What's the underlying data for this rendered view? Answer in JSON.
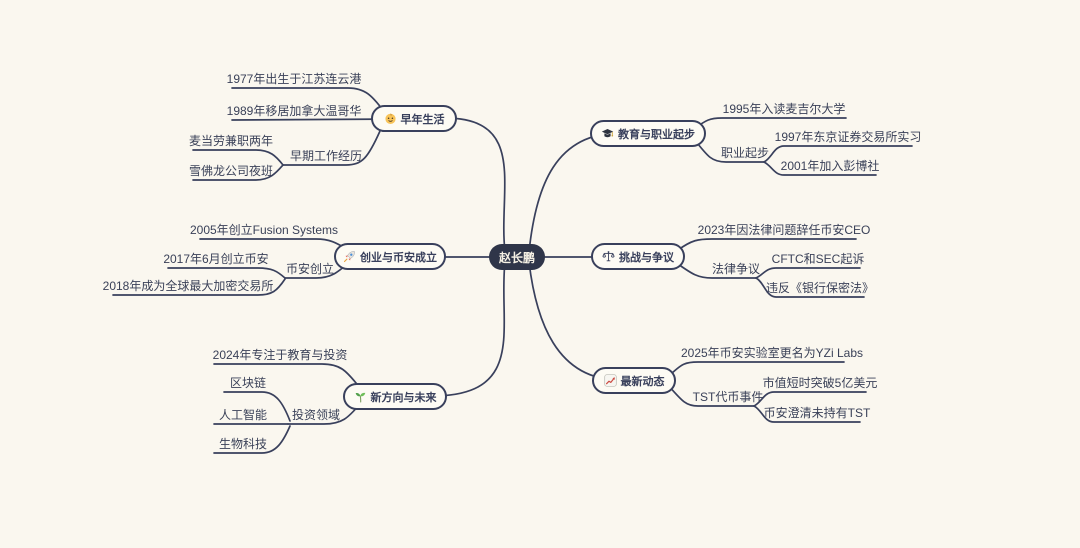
{
  "canvas": {
    "background": "#FAF7EF",
    "line_color": "#39405C"
  },
  "central": {
    "label": "赵长鹏",
    "bg": "#2F3549",
    "text_color": "#F6F1E5"
  },
  "branches": [
    {
      "label": "早年生活",
      "icon": "baby-icon",
      "side": "left",
      "children": [
        {
          "label": "1977年出生于江苏连云港"
        },
        {
          "label": "1989年移居加拿大温哥华"
        },
        {
          "label": "早期工作经历",
          "children": [
            {
              "label": "麦当劳兼职两年"
            },
            {
              "label": "雪佛龙公司夜班"
            }
          ]
        }
      ]
    },
    {
      "label": "教育与职业起步",
      "icon": "graduation-cap-icon",
      "side": "right",
      "children": [
        {
          "label": "1995年入读麦吉尔大学"
        },
        {
          "label": "职业起步",
          "children": [
            {
              "label": "1997年东京证券交易所实习"
            },
            {
              "label": "2001年加入彭博社"
            }
          ]
        }
      ]
    },
    {
      "label": "创业与币安成立",
      "icon": "rocket-icon",
      "side": "left",
      "children": [
        {
          "label": "2005年创立Fusion Systems"
        },
        {
          "label": "币安创立",
          "children": [
            {
              "label": "2017年6月创立币安"
            },
            {
              "label": "2018年成为全球最大加密交易所"
            }
          ]
        }
      ]
    },
    {
      "label": "挑战与争议",
      "icon": "scales-icon",
      "side": "right",
      "children": [
        {
          "label": "2023年因法律问题辞任币安CEO"
        },
        {
          "label": "法律争议",
          "children": [
            {
              "label": "CFTC和SEC起诉"
            },
            {
              "label": "违反《银行保密法》"
            }
          ]
        }
      ]
    },
    {
      "label": "新方向与未来",
      "icon": "seedling-icon",
      "side": "left",
      "children": [
        {
          "label": "2024年专注于教育与投资"
        },
        {
          "label": "投资领域",
          "children": [
            {
              "label": "区块链"
            },
            {
              "label": "人工智能"
            },
            {
              "label": "生物科技"
            }
          ]
        }
      ]
    },
    {
      "label": "最新动态",
      "icon": "chart-up-icon",
      "side": "right",
      "children": [
        {
          "label": "2025年币安实验室更名为YZi Labs"
        },
        {
          "label": "TST代币事件",
          "children": [
            {
              "label": "市值短时突破5亿美元"
            },
            {
              "label": "币安澄清未持有TST"
            }
          ]
        }
      ]
    }
  ]
}
